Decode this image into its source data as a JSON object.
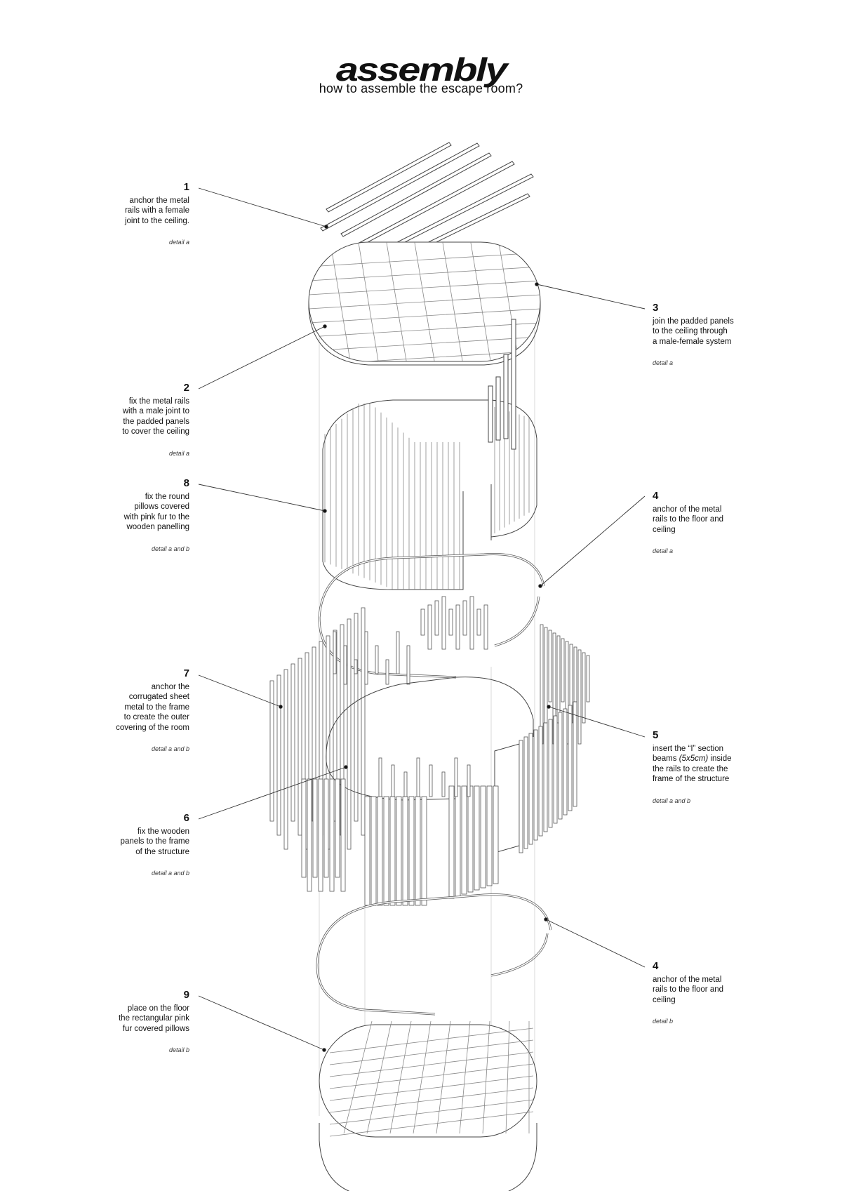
{
  "header": {
    "title": "assembly",
    "subtitle": "how to assemble the escape room?"
  },
  "steps": [
    {
      "num": "1",
      "desc": "anchor the metal\nrails with a female\njoint to the ceiling.",
      "detail": "detail a"
    },
    {
      "num": "3",
      "desc": "join the padded panels\nto the ceiling through\na male-female system",
      "detail": "detail a"
    },
    {
      "num": "2",
      "desc": "fix the metal rails\nwith a male joint to\nthe padded panels\nto cover the ceiling",
      "detail": "detail a"
    },
    {
      "num": "8",
      "desc": "fix the round\npillows covered\nwith pink fur to the\nwooden panelling",
      "detail": "detail a and b"
    },
    {
      "num": "4",
      "desc": "anchor of the metal\nrails to the floor and\nceiling",
      "detail": "detail a"
    },
    {
      "num": "7",
      "desc": "anchor the\ncorrugated sheet\nmetal to the frame\nto create the outer\ncovering of the room",
      "detail": "detail a and b"
    },
    {
      "num": "5",
      "desc_a": "insert the “I” section\nbeams ",
      "desc_em": "(5x5cm)",
      "desc_b": " inside\nthe rails to create the\nframe of the structure",
      "detail": "detail a and b"
    },
    {
      "num": "6",
      "desc": "fix the wooden\npanels to the frame\nof the structure",
      "detail": "detail a and b"
    },
    {
      "num": "4",
      "desc": "anchor of the metal\nrails to the floor and\nceiling",
      "detail": "detail b"
    },
    {
      "num": "9",
      "desc": "place on the floor\nthe rectangular pink\nfur covered pillows",
      "detail": "detail b"
    }
  ]
}
